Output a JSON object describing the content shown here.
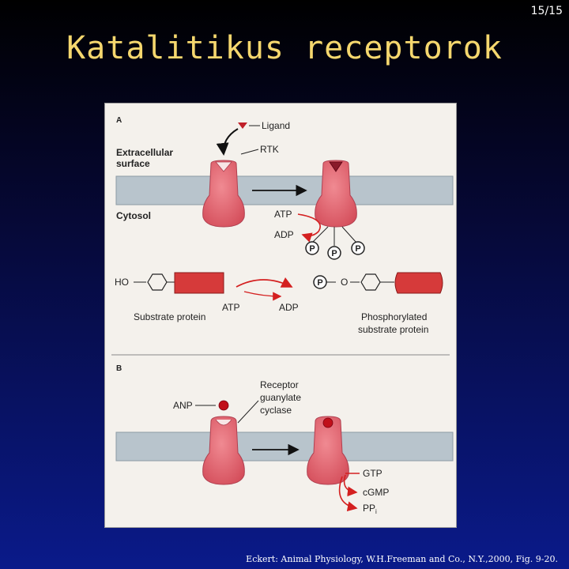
{
  "slide": {
    "page_number": "15/15",
    "title": "Katalitikus receptorok"
  },
  "figure": {
    "panel_a": {
      "letter": "A",
      "ligand_label": "Ligand",
      "rtk_label": "RTK",
      "extracellular_label_1": "Extracellular",
      "extracellular_label_2": "surface",
      "cytosol_label": "Cytosol",
      "atp_label": "ATP",
      "adp_label": "ADP",
      "phosphate_symbol": "P",
      "ho_label": "HO",
      "oxygen_label": "O",
      "substrate_label": "Substrate protein",
      "atp2_label": "ATP",
      "adp2_label": "ADP",
      "phospho_label_1": "Phosphorylated",
      "phospho_label_2": "substrate protein"
    },
    "panel_b": {
      "letter": "B",
      "anp_label": "ANP",
      "receptor_label_1": "Receptor",
      "receptor_label_2": "guanylate",
      "receptor_label_3": "cyclase",
      "gtp_label": "GTP",
      "cgmp_label": "cGMP",
      "ppi_label": "PP",
      "ppi_subscript": "i"
    }
  },
  "citation": "Eckert: Animal Physiology, W.H.Freeman and Co., N.Y.,2000, Fig. 9-20.",
  "colors": {
    "receptor": "#e0606b",
    "membrane": "#b8c4cc",
    "arrow_red": "#d42020",
    "title": "#f5d76e"
  }
}
